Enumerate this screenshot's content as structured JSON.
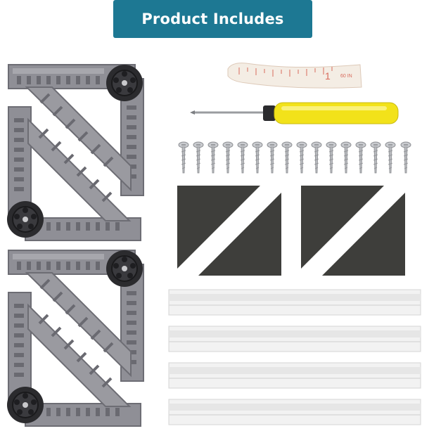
{
  "banner": {
    "title": "Product Includes",
    "color": "#1d7893"
  },
  "tape": {
    "marks": [
      "1",
      "60 IN"
    ]
  },
  "colors": {
    "bracket": "#8f8f96",
    "bracket_dark": "#5c5c63",
    "wheel": "#2b2b2e",
    "pad": "#3e3e3b",
    "rail": "#f2f2f2",
    "screwdriver_handle": "#f2e21a"
  },
  "items": [
    "corner-bracket",
    "measuring-tape",
    "screwdriver",
    "screw",
    "anti-slip-pad",
    "connecting-rail"
  ]
}
